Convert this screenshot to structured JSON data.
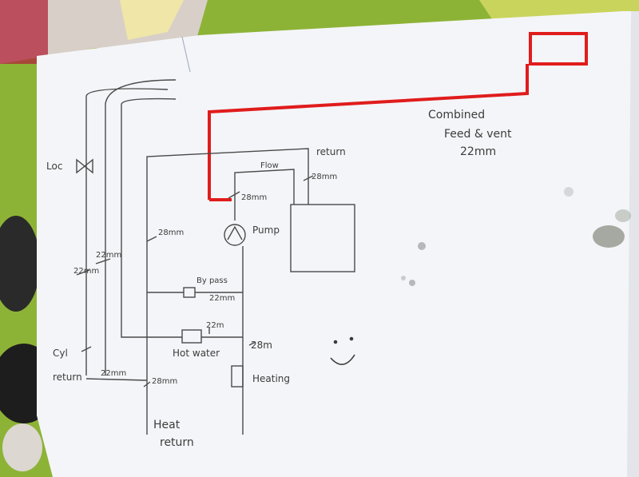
{
  "diagram": {
    "top_pipe": {
      "label_line1": "Combined",
      "label_line2": "Feed & vent",
      "size": "22mm"
    },
    "labels": {
      "return_top": "return",
      "flow": "Flow",
      "flow_size": "28mm",
      "pump_size": "28mm",
      "pump": "Pump",
      "left_22": "22mm",
      "mid_22": "22mm",
      "mid_28": "28mm",
      "bypass": "By pass",
      "bypass_size": "22mm",
      "hot_water": "Hot water",
      "hot_water_size": "22m",
      "heating_size": "28m",
      "heating": "Heating",
      "cyl_return_line1": "Cyl",
      "cyl_return_line2": "return",
      "bottom_22": "22mm",
      "bottom_28": "28mm",
      "heat_return_line1": "Heat",
      "heat_return_line2": "return",
      "lockshield": "Loc"
    }
  },
  "colors": {
    "pipe_red": "#e01c1c",
    "pencil": "#4a4a4a",
    "paper": "#f4f5f8"
  }
}
